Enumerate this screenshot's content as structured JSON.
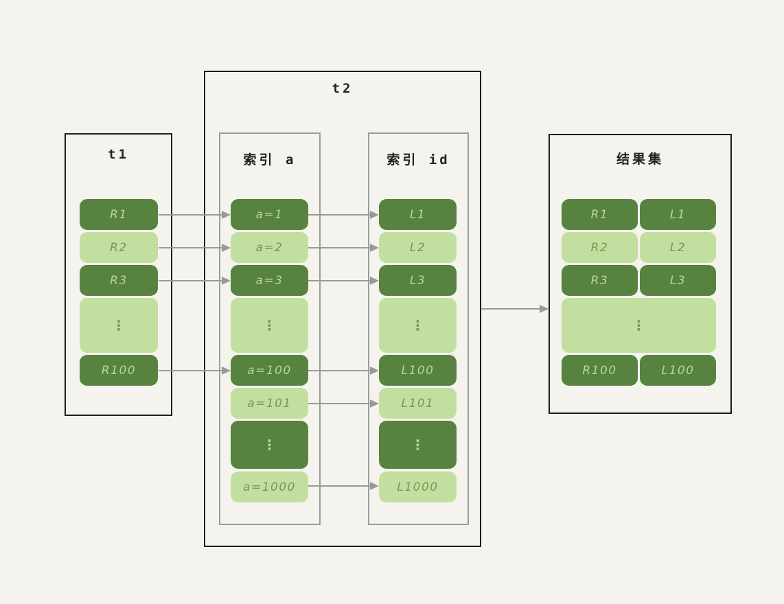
{
  "palette": {
    "background": "#f4f3ee",
    "dark_green": "#57823f",
    "light_green": "#c3dfa0",
    "text_on_dark": "#b7d98e",
    "text_on_light": "#6f9c53",
    "outer_border": "#1c1c1c",
    "inner_border": "#9b9b9b",
    "arrow": "#999999"
  },
  "ellipsis": "⋮",
  "t1": {
    "title": "t1",
    "cells": [
      {
        "label": "R1",
        "variant": "dark"
      },
      {
        "label": "R2",
        "variant": "light"
      },
      {
        "label": "R3",
        "variant": "dark"
      },
      {
        "label": "⋮",
        "variant": "light"
      },
      {
        "label": "R100",
        "variant": "dark"
      }
    ]
  },
  "t2": {
    "title": "t2"
  },
  "index_a": {
    "title": "索引 a",
    "cells": [
      {
        "label": "a=1",
        "variant": "dark"
      },
      {
        "label": "a=2",
        "variant": "light"
      },
      {
        "label": "a=3",
        "variant": "dark"
      },
      {
        "label": "⋮",
        "variant": "light"
      },
      {
        "label": "a=100",
        "variant": "dark"
      },
      {
        "label": "a=101",
        "variant": "light"
      },
      {
        "label": "⋮",
        "variant": "dark"
      },
      {
        "label": "a=1000",
        "variant": "light"
      }
    ]
  },
  "index_id": {
    "title": "索引 id",
    "cells": [
      {
        "label": "L1",
        "variant": "dark"
      },
      {
        "label": "L2",
        "variant": "light"
      },
      {
        "label": "L3",
        "variant": "dark"
      },
      {
        "label": "⋮",
        "variant": "light"
      },
      {
        "label": "L100",
        "variant": "dark"
      },
      {
        "label": "L101",
        "variant": "light"
      },
      {
        "label": "⋮",
        "variant": "dark"
      },
      {
        "label": "L1000",
        "variant": "light"
      }
    ]
  },
  "result": {
    "title": "结果集",
    "rows": [
      {
        "left": "R1",
        "right": "L1",
        "variant": "dark"
      },
      {
        "left": "R2",
        "right": "L2",
        "variant": "light"
      },
      {
        "left": "R3",
        "right": "L3",
        "variant": "dark"
      },
      {
        "ellipsis": "⋮",
        "variant": "light"
      },
      {
        "left": "R100",
        "right": "L100",
        "variant": "dark"
      }
    ]
  }
}
